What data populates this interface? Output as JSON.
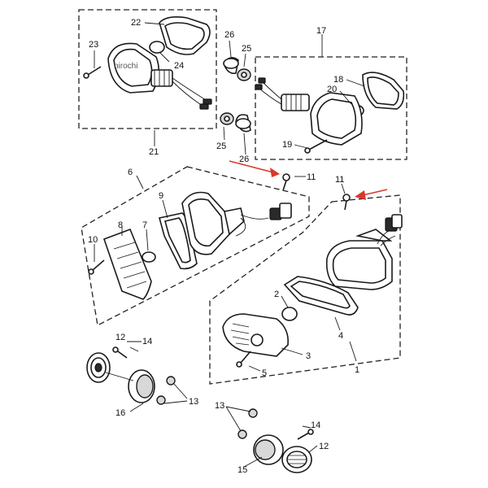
{
  "watermark": "hirochi",
  "callouts": {
    "c1": "1",
    "c2": "2",
    "c3": "3",
    "c4": "4",
    "c5": "5",
    "c6": "6",
    "c7": "7",
    "c8": "8",
    "c9": "9",
    "c10": "10",
    "c11a": "11",
    "c11b": "11",
    "c12a": "12",
    "c12b": "12",
    "c13a": "13",
    "c13b": "13",
    "c14a": "14",
    "c14b": "14",
    "c15": "15",
    "c16": "16",
    "c17": "17",
    "c18": "18",
    "c19": "19",
    "c20": "20",
    "c21": "21",
    "c22": "22",
    "c23": "23",
    "c24": "24",
    "c25a": "25",
    "c25b": "25",
    "c26a": "26",
    "c26b": "26"
  },
  "colors": {
    "ink": "#1a1a1a",
    "arrow": "#d9382c",
    "background": "#ffffff"
  }
}
